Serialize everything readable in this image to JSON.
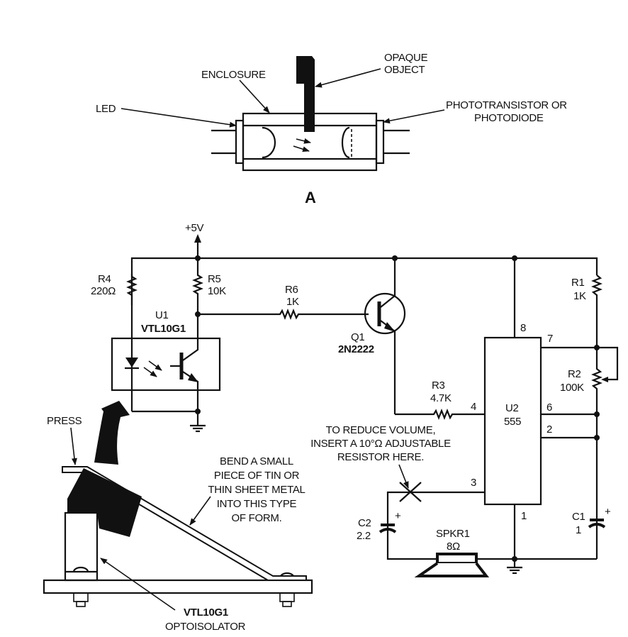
{
  "figure": {
    "panel_label": "A",
    "part_a": {
      "labels": {
        "led": "LED",
        "enclosure": "ENCLOSURE",
        "opaque_object_line1": "OPAQUE",
        "opaque_object_line2": "OBJECT",
        "detector_line1": "PHOTOTRANSISTOR OR",
        "detector_line2": "PHOTODIODE"
      }
    },
    "schematic": {
      "supply": "+5V",
      "components": {
        "r4": {
          "ref": "R4",
          "value": "220Ω"
        },
        "r5": {
          "ref": "R5",
          "value": "10K"
        },
        "r6": {
          "ref": "R6",
          "value": "1K"
        },
        "r1": {
          "ref": "R1",
          "value": "1K"
        },
        "r2": {
          "ref": "R2",
          "value": "100K"
        },
        "r3": {
          "ref": "R3",
          "value": "4.7K"
        },
        "u1": {
          "ref": "U1",
          "value": "VTL10G1"
        },
        "q1": {
          "ref": "Q1",
          "value": "2N2222"
        },
        "u2": {
          "ref": "U2",
          "value": "555"
        },
        "c1": {
          "ref": "C1",
          "value": "1"
        },
        "c2": {
          "ref": "C2",
          "value": "2.2"
        },
        "spkr1": {
          "ref": "SPKR1",
          "value": "8Ω"
        }
      },
      "pins": {
        "p8": "8",
        "p7": "7",
        "p6": "6",
        "p2": "2",
        "p4": "4",
        "p3": "3",
        "p1": "1"
      },
      "capacitor_polarity": "+",
      "volume_note": [
        "TO REDUCE VOLUME,",
        "INSERT A 10°Ω ADJUSTABLE",
        "RESISTOR HERE."
      ]
    },
    "mechanical": {
      "press": "PRESS",
      "bend_note": [
        "BEND A SMALL",
        "PIECE OF TIN OR",
        "THIN SHEET METAL",
        "INTO THIS TYPE",
        "OF FORM."
      ],
      "opto_part": "VTL10G1",
      "opto_label": "OPTOISOLATOR"
    }
  }
}
